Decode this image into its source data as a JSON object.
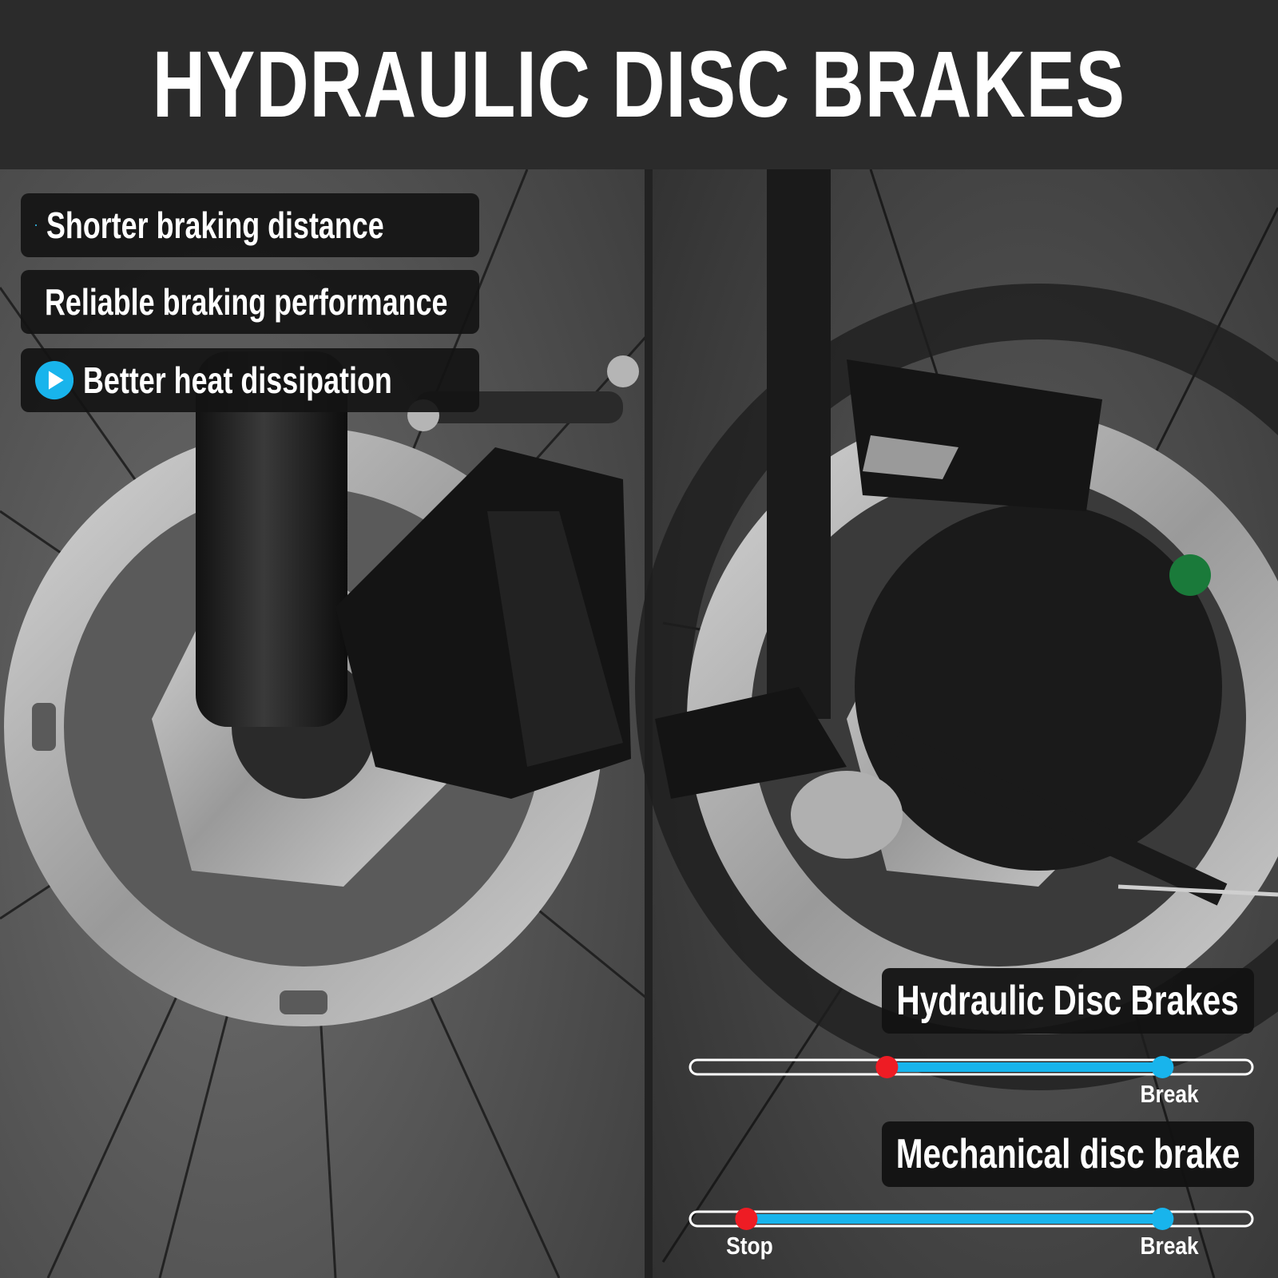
{
  "header": {
    "title": "HYDRAULIC DISC BRAKES"
  },
  "features": [
    {
      "label": "Shorter braking distance",
      "icon": "play-icon"
    },
    {
      "label": "Reliable braking performance",
      "icon": "play-icon"
    },
    {
      "label": "Better heat dissipation",
      "icon": "play-icon"
    }
  ],
  "comparison": {
    "hydraulic": {
      "label": "Hydraulic Disc Brakes",
      "stop_position": 0.35,
      "break_position": 0.84,
      "break_label": "Break"
    },
    "mechanical": {
      "label": "Mechanical disc brake",
      "stop_position": 0.1,
      "break_position": 0.84,
      "stop_label": "Stop",
      "break_label": "Break"
    }
  },
  "colors": {
    "accent": "#18b4ec",
    "stop_dot": "#ee1c24",
    "header_bg": "#2b2b2b"
  }
}
